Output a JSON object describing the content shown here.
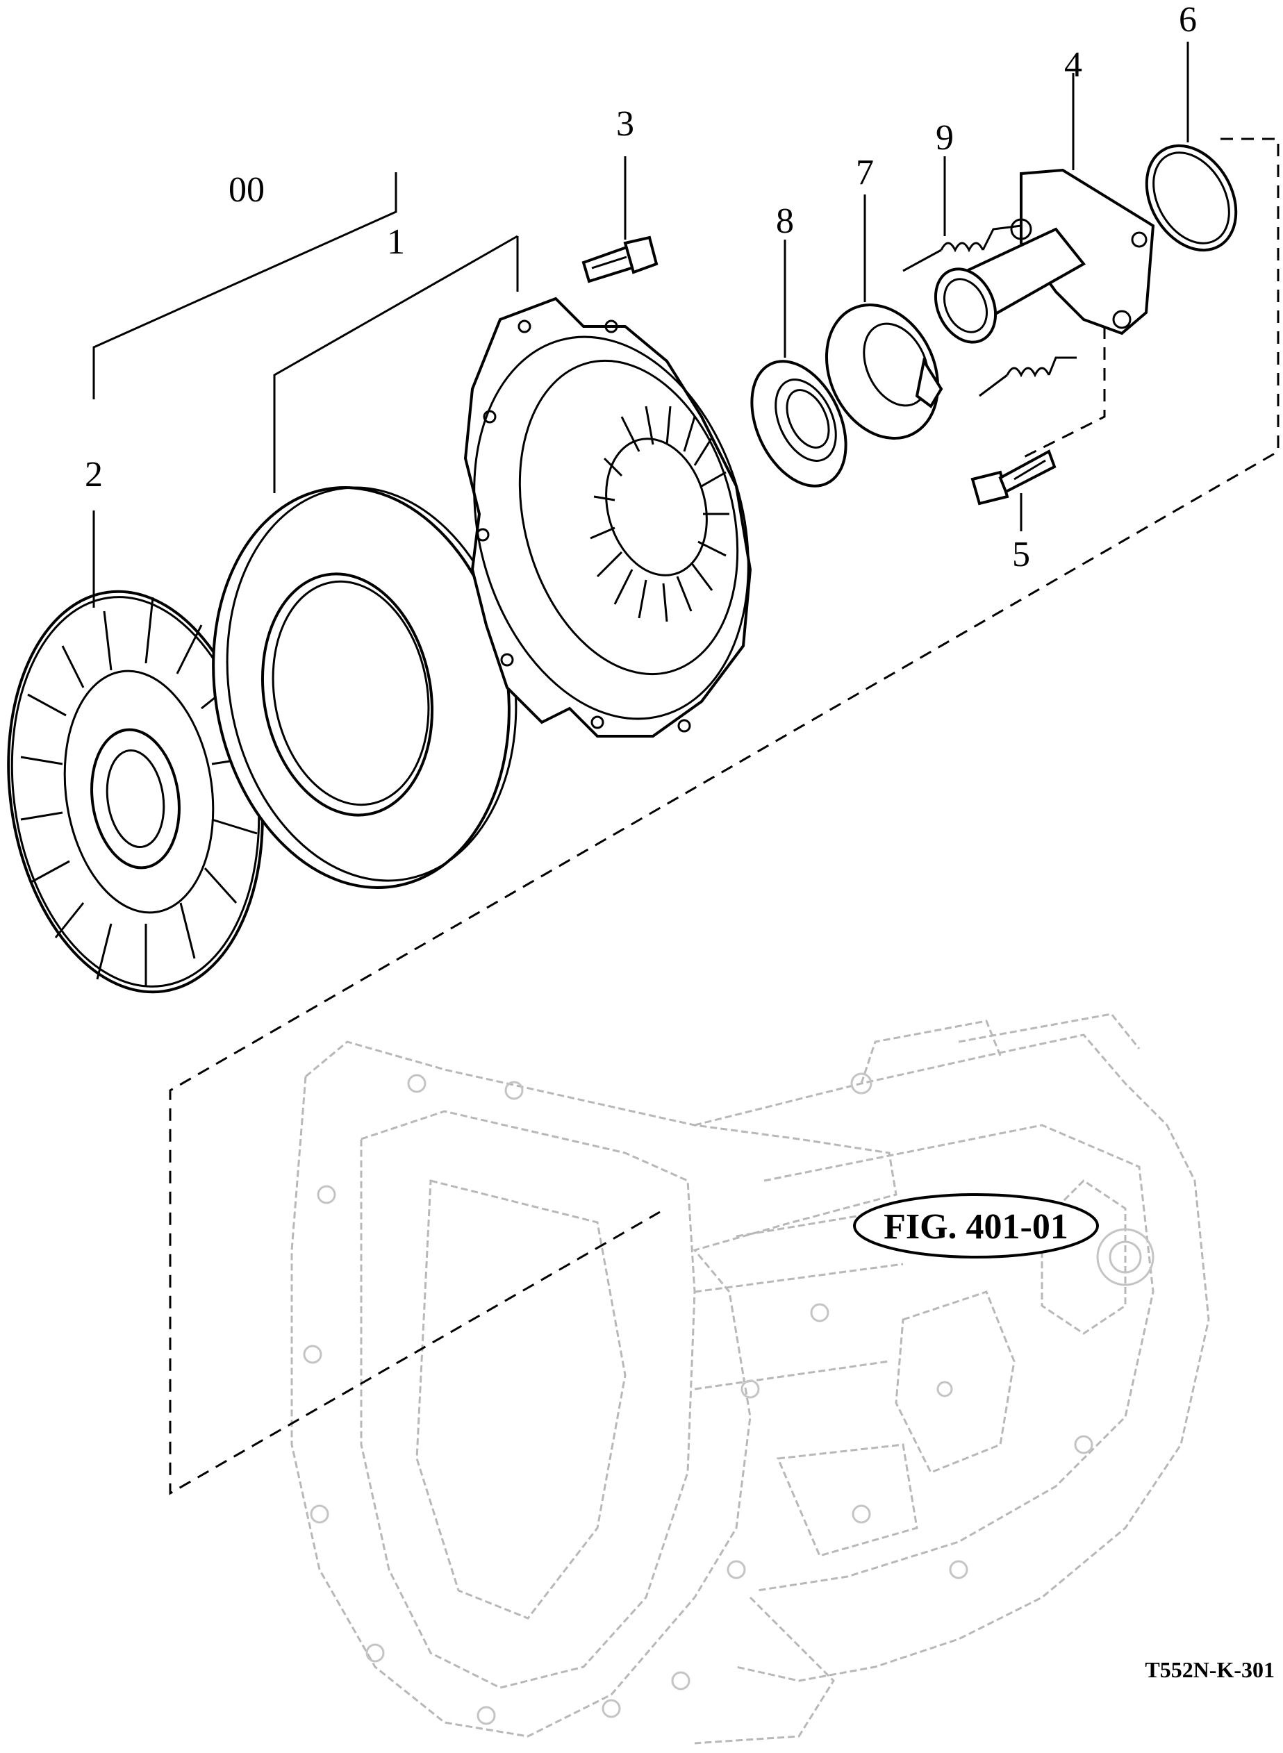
{
  "figure": {
    "reference_label": "FIG. 401-01",
    "drawing_code": "T552N-K-301"
  },
  "callouts": [
    {
      "id": "00",
      "text": "00"
    },
    {
      "id": "1",
      "text": "1"
    },
    {
      "id": "2",
      "text": "2"
    },
    {
      "id": "3",
      "text": "3"
    },
    {
      "id": "4",
      "text": "4"
    },
    {
      "id": "5",
      "text": "5"
    },
    {
      "id": "6",
      "text": "6"
    },
    {
      "id": "7",
      "text": "7"
    },
    {
      "id": "8",
      "text": "8"
    },
    {
      "id": "9",
      "text": "9"
    }
  ]
}
